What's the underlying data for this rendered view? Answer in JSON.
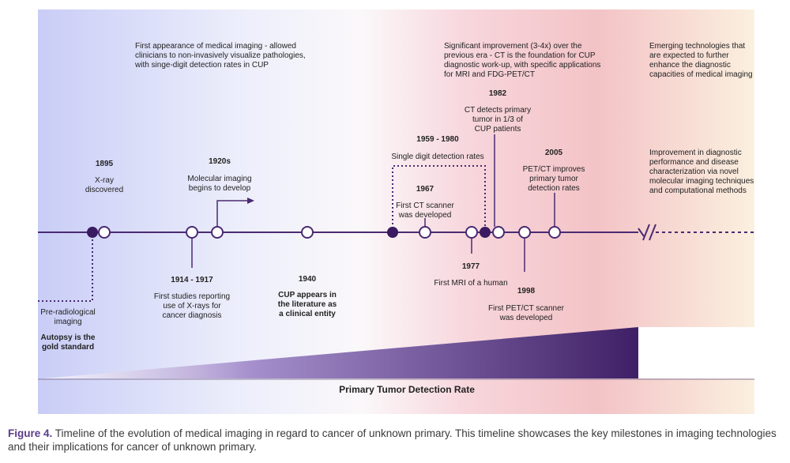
{
  "milestones": [
    {
      "year": "1895",
      "text": [
        "X-ray",
        "discovered"
      ]
    },
    {
      "year": "1920s",
      "text": [
        "Molecular imaging",
        "begins to develop"
      ]
    },
    {
      "year": "1914 - 1917",
      "text": [
        "First studies reporting",
        "use of X-rays for",
        "cancer diagnosis"
      ]
    },
    {
      "year": "1940",
      "text": [
        "CUP appears in",
        "the literature as",
        "a clinical entity"
      ]
    },
    {
      "year": "1967",
      "text": [
        "First CT scanner",
        "was developed"
      ]
    },
    {
      "year": "1977",
      "text": [
        "First MRI of a human"
      ]
    },
    {
      "year": "1982",
      "text": [
        "CT detects primary",
        "tumor in 1/3 of",
        "CUP patients"
      ]
    },
    {
      "year": "1998",
      "text": [
        "First PET/CT scanner",
        "was developed"
      ]
    },
    {
      "year": "2005",
      "text": [
        "PET/CT improves",
        "primary tumor",
        "detection rates"
      ]
    },
    {
      "year": "1959 - 1980",
      "text": [
        "Single digit detection rates"
      ]
    }
  ],
  "eras": [
    {
      "text": [
        "First appearance of medical imaging - allowed",
        "clinicians to non-invasively visualize pathologies,",
        "with singe-digit detection rates in CUP"
      ]
    },
    {
      "text": [
        "Significant improvement (3-4x) over the",
        "previous era - CT is the foundation for CUP",
        "diagnostic work-up, with specific applications",
        "for MRI and FDG-PET/CT"
      ]
    },
    {
      "text": [
        "Emerging technologies that",
        "are expected to further",
        "enhance the diagnostic",
        "capacities of medical imaging"
      ]
    },
    {
      "text": [
        "Improvement in diagnostic",
        "performance and disease",
        "characterization via novel",
        "molecular imaging techniques",
        "and computational methods"
      ]
    }
  ],
  "pre_radiological": {
    "text": [
      "Pre-radiological",
      "imaging"
    ],
    "bold": [
      "Autopsy is the",
      "gold standard"
    ]
  },
  "detection_rate_label": "Primary Tumor Detection Rate",
  "caption": {
    "label": "Figure 4.",
    "text": " Timeline of the evolution of medical imaging in regard to cancer of unknown primary. This timeline showcases the key milestones in imaging technologies and their implications for cancer of unknown primary."
  },
  "colors": {
    "timeline": "#4a2a72",
    "wedge_dark": "#3f1f66",
    "text": "#222222"
  }
}
